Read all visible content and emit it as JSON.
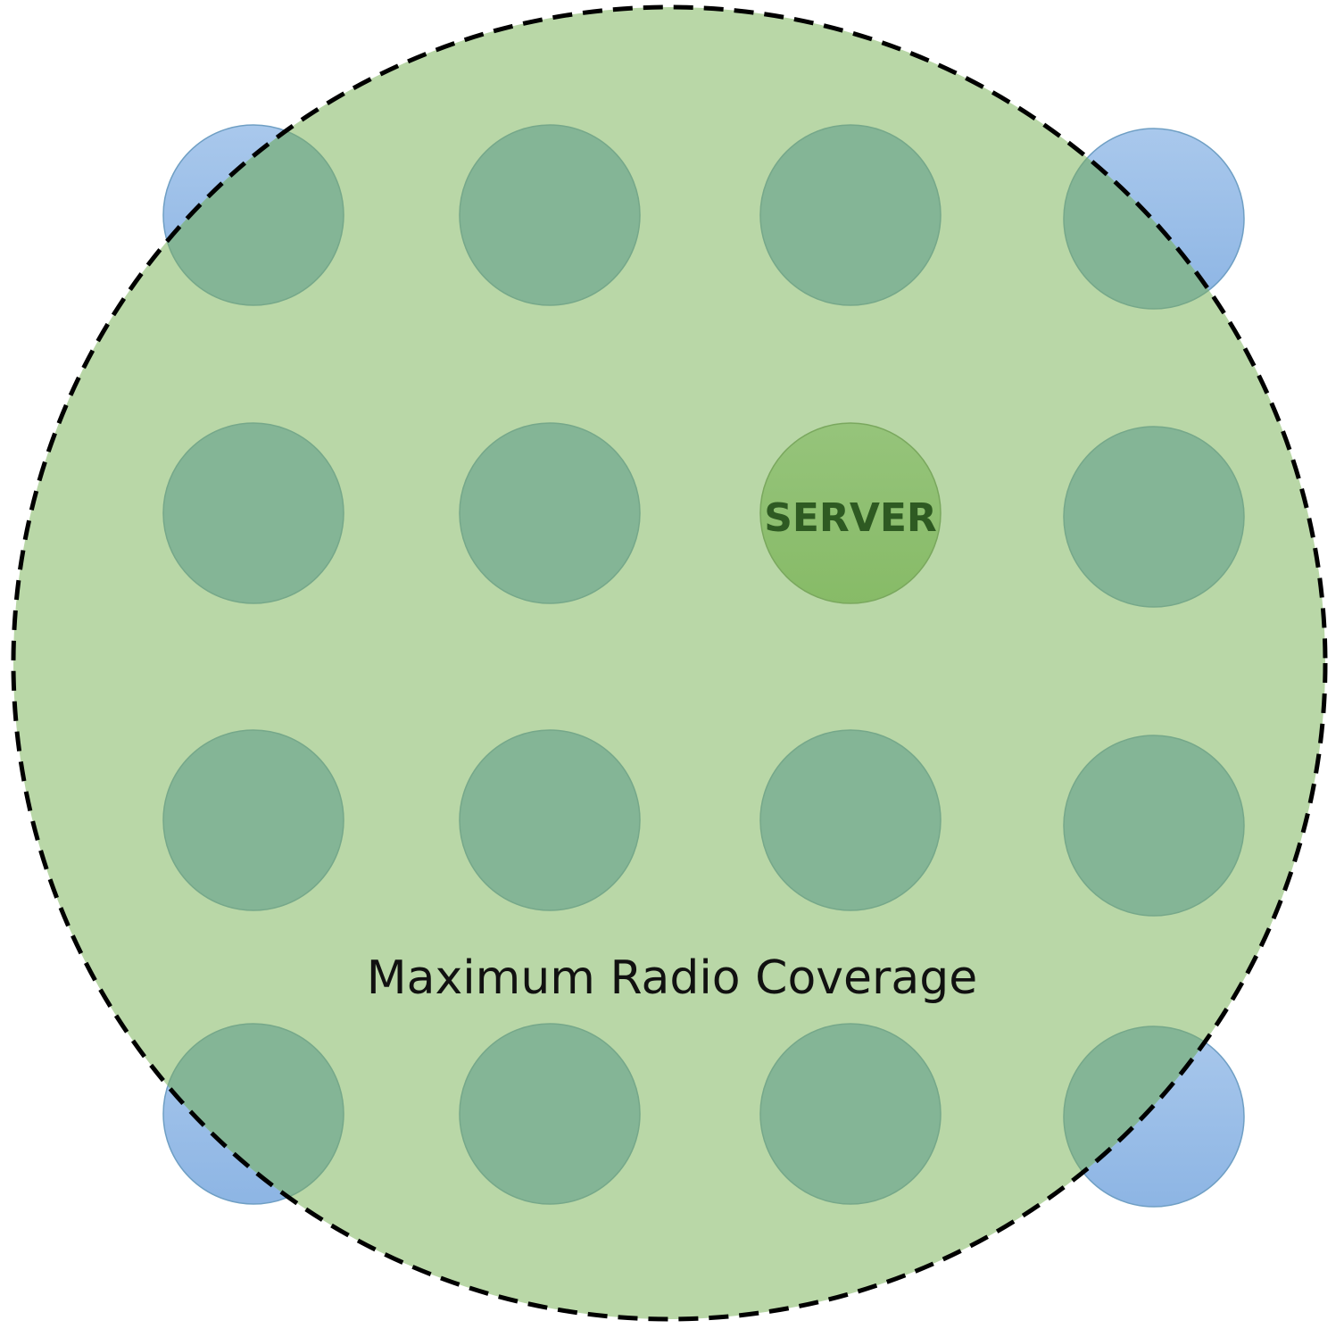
{
  "diagram": {
    "server_label": "SERVER",
    "coverage_label": "Maximum Radio Coverage"
  },
  "colors": {
    "coverage_fill": "#b9d7a7",
    "coverage_border": "#000000",
    "node_fill_outside": "#9dc3e6",
    "node_fill_inside": "#84b596",
    "node_border": "#6f9fc4",
    "server_fill": "#8cbd6c",
    "server_text": "#2e5a22",
    "label_text": "#111111"
  },
  "grid": {
    "rows": 4,
    "columns": 4,
    "server_position": {
      "row": 2,
      "column": 3
    }
  }
}
